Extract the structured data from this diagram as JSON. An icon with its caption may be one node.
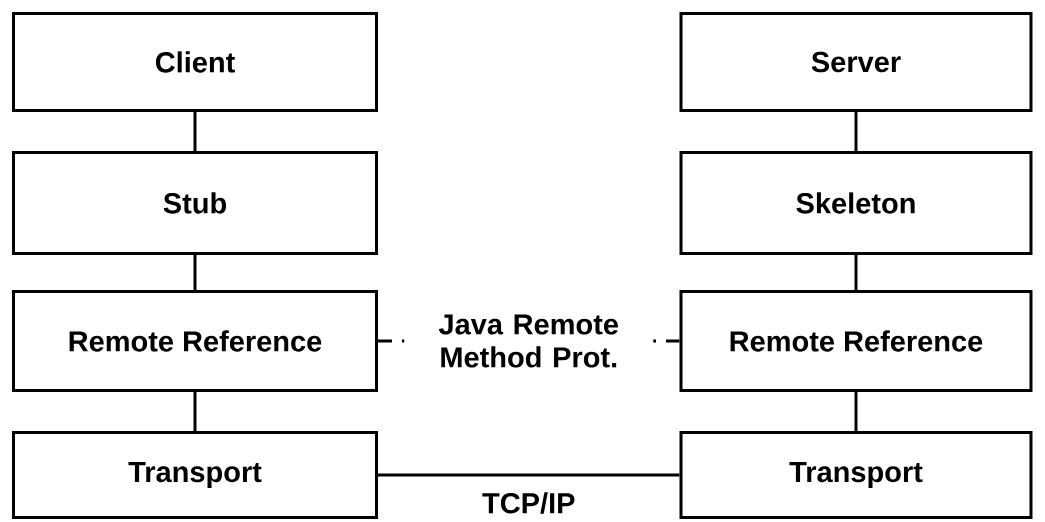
{
  "diagram": {
    "nodes": [
      {
        "text": [
          "Client"
        ]
      },
      {
        "text": [
          "Stub"
        ]
      },
      {
        "text": [
          "Remote Reference"
        ]
      },
      {
        "text": [
          "Transport"
        ]
      },
      {
        "text": [
          "Server"
        ]
      },
      {
        "text": [
          "Skeleton"
        ]
      },
      {
        "text": [
          "Remote Reference"
        ]
      },
      {
        "text": [
          "Transport"
        ]
      }
    ],
    "edges": [
      {
        "from": 0,
        "to": 1,
        "arrow": "none"
      },
      {
        "from": 1,
        "to": 2,
        "arrow": "none"
      },
      {
        "from": 2,
        "to": 3,
        "arrow": "none"
      },
      {
        "from": 4,
        "to": 5,
        "arrow": "none"
      },
      {
        "from": 5,
        "to": 6,
        "arrow": "none"
      },
      {
        "from": 6,
        "to": 7,
        "arrow": "none"
      },
      {
        "from": 2,
        "to": 6,
        "arrow": "none",
        "style": "dashed",
        "label": "Java Remote Method Prot."
      },
      {
        "from": 3,
        "to": 7,
        "arrow": "none",
        "label": "TCP/IP"
      }
    ]
  }
}
